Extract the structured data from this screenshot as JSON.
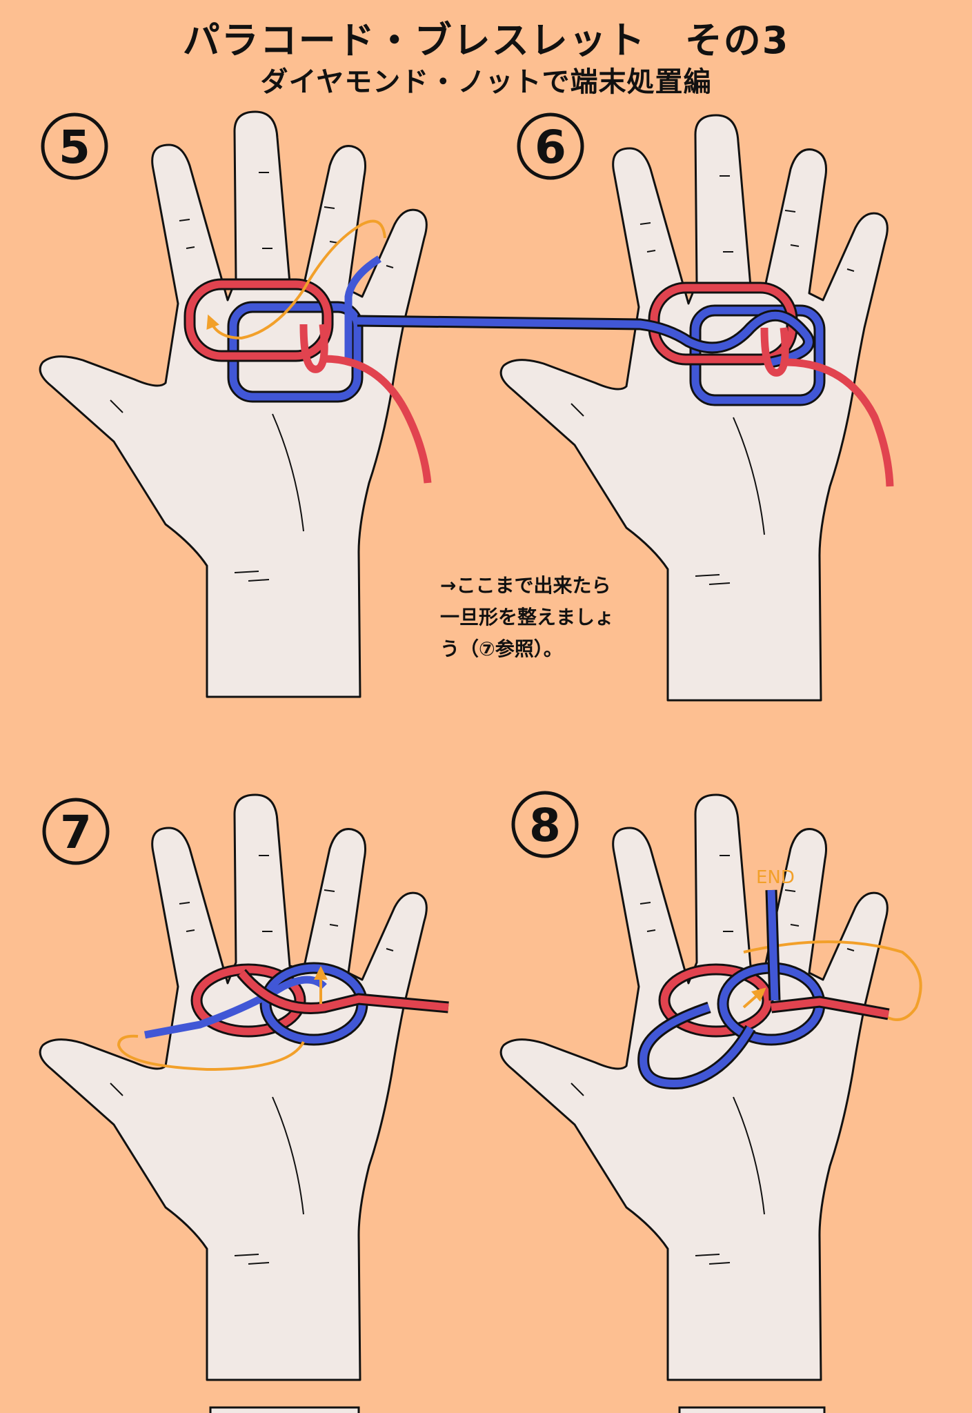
{
  "title": "パラコード・ブレスレット　その3",
  "subtitle": "ダイヤモンド・ノットで端末処置編",
  "note": {
    "lines": [
      "→ここまで出来たら",
      "一旦形を整えましょ",
      "う（⑦参照）。"
    ]
  },
  "steps": [
    {
      "number": "5"
    },
    {
      "number": "6"
    },
    {
      "number": "7"
    },
    {
      "number": "8",
      "end_label": "END"
    }
  ],
  "colors": {
    "background": "#fdbf91",
    "skin": "#f1e9e5",
    "outline": "#111111",
    "cord_red": "#e1434f",
    "cord_blue": "#4157d6",
    "guide_orange": "#f2a02a"
  }
}
